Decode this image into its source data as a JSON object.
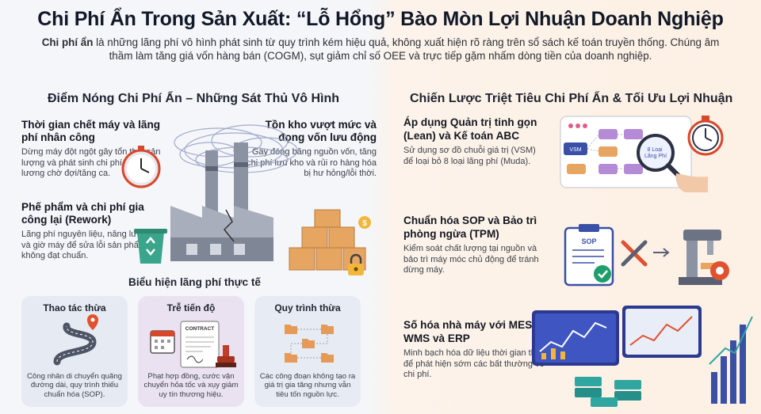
{
  "header": {
    "title": "Chi Phí Ẩn Trong Sản Xuất: “Lỗ Hổng” Bào Mòn Lợi Nhuận Doanh Nghiệp",
    "intro_bold": "Chi phí ẩn",
    "intro_rest": " là những lãng phí vô hình phát sinh từ quy trình kém hiệu quả, không xuất hiện rõ ràng trên sổ sách kế toán truyền thống. Chúng âm thầm làm tăng giá vốn hàng bán (COGM), sụt giảm chỉ số OEE và trực tiếp gặm nhấm dòng tiền của doanh nghiệp."
  },
  "left": {
    "title": "Điểm Nóng Chi Phí Ẩn – Những Sát Thủ Vô Hình",
    "items": [
      {
        "title": "Thời gian chết máy và lãng phí nhân công",
        "desc": "Dừng máy đột ngột gây tổn thất sản lượng và phát sinh chi phí tiền lương chờ đợi/tăng ca."
      },
      {
        "title": "Tồn kho vượt mức và đọng vốn lưu động",
        "desc": "Gây đóng băng nguồn vốn, tăng chi phí lưu kho và rủi ro hàng hóa bị hư hỏng/lỗi thời."
      },
      {
        "title": "Phế phẩm và chi phí gia công lại (Rework)",
        "desc": "Lãng phí nguyên liệu, năng lượng và giờ máy để sửa lỗi sản phẩm không đạt chuẩn."
      }
    ],
    "sub_title": "Biểu hiện lãng phí thực tế",
    "cards": [
      {
        "title": "Thao tác thừa",
        "desc": "Công nhân di chuyển quãng đường dài, quy trình thiếu chuẩn hóa (SOP)."
      },
      {
        "title": "Trễ tiến độ",
        "desc": "Phạt hợp đồng, cước vận chuyển hỏa tốc và xụy giảm uy tín thương hiệu."
      },
      {
        "title": "Quy trình thừa",
        "desc": "Các công đoạn không tạo ra giá trị gia tăng nhưng vẫn tiêu tốn nguồn lực."
      }
    ],
    "contract_label": "CONTRACT"
  },
  "right": {
    "title": "Chiến Lược Triệt Tiêu Chi Phí Ẩn & Tối Ưu Lợi Nhuận",
    "items": [
      {
        "title": "Áp dụng Quản trị tinh gọn (Lean) và Kế toán ABC",
        "desc": "Sử dụng sơ đồ chuỗi giá trị (VSM) để loại bỏ 8 loại lãng phí (Muda)."
      },
      {
        "title": "Chuẩn hóa SOP và Bảo trì phòng ngừa (TPM)",
        "desc": "Kiểm soát chất lượng tại nguồn và bảo trì máy móc chủ động để tránh dừng máy."
      },
      {
        "title": "Số hóa nhà máy với MES, WMS và ERP",
        "desc": "Minh bạch hóa dữ liệu thời gian thực để phát hiện sớm các bất thường về chi phí."
      }
    ],
    "vsm_label": "VSM",
    "lens_label": "8 Loại Lãng Phí",
    "sop_label": "SOP"
  }
}
